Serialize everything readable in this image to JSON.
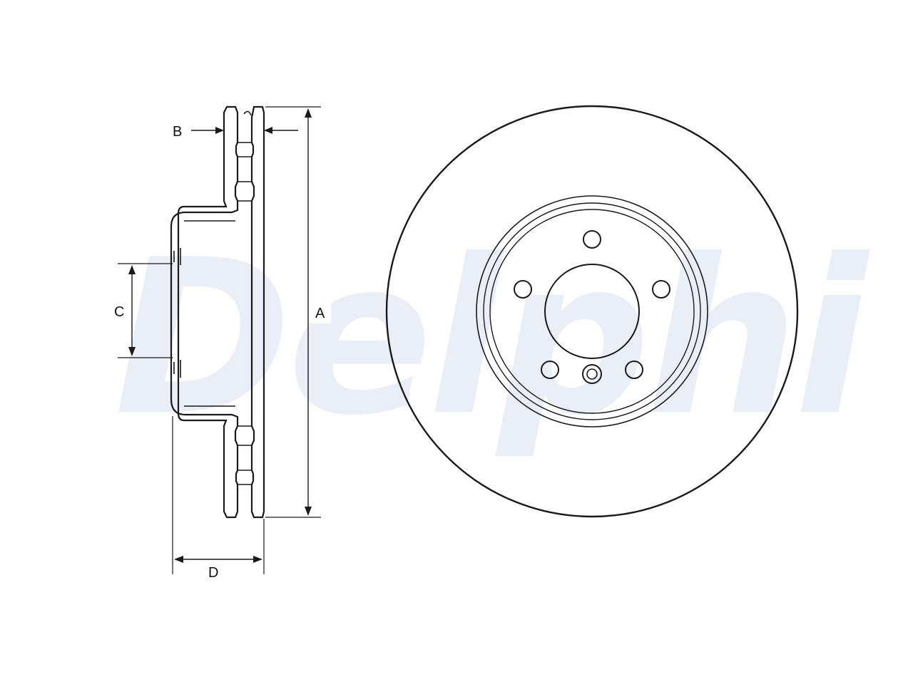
{
  "watermark": {
    "text": "Delphi",
    "color": "#e9eef7"
  },
  "dimension_labels": {
    "a": "A",
    "b": "B",
    "c": "C",
    "d": "D"
  },
  "colors": {
    "line": "#1a1a1a",
    "background": "#ffffff"
  }
}
